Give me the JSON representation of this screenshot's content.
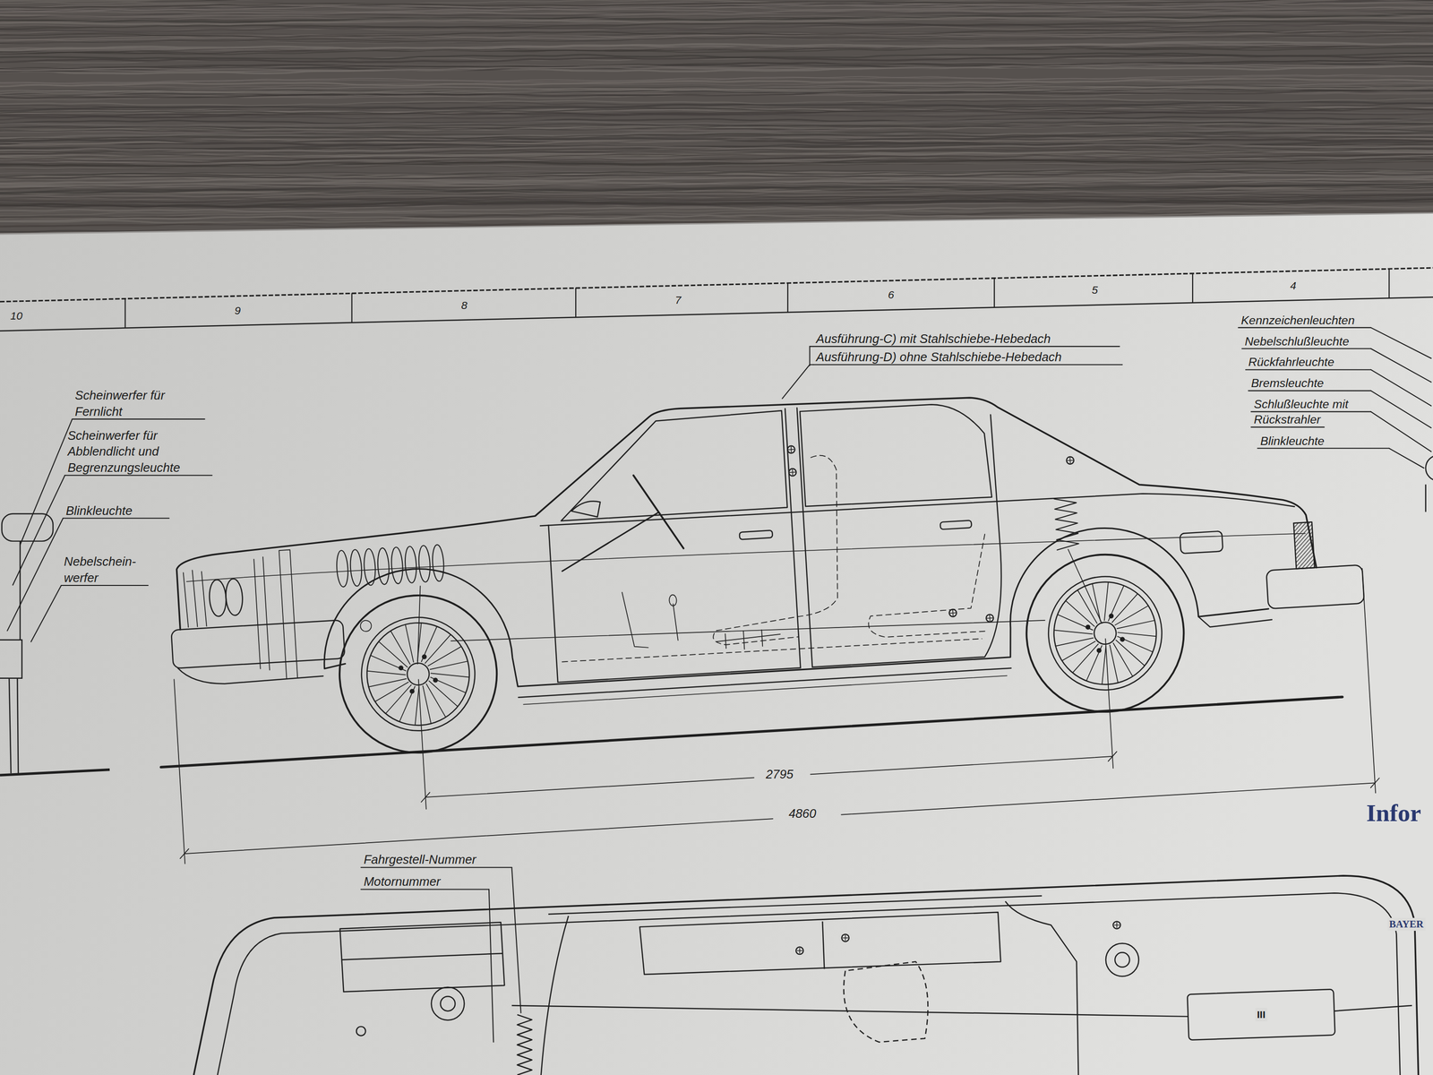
{
  "diagram": {
    "labels": [
      "10",
      "9",
      "8",
      "7",
      "6",
      "5",
      "4",
      "Ausführung-C) mit Stahlschiebe-Hebedach",
      "Ausführung-D) ohne Stahlschiebe-Hebedach",
      "Kennzeichenleuchten",
      "Nebelschlußleuchte",
      "Rückfahrleuchte",
      "Bremsleuchte",
      "Schlußleuchte mit Rückstrahler",
      "Blinkleuchte",
      "Scheinwerfer für Fernlicht",
      "Scheinwerfer für Abblendlicht und Begrenzungsleuchte",
      "Blinkleuchte",
      "Nebelschein- werfer",
      "2795",
      "4860",
      "Infor",
      "Fahrgestell-Nummer",
      "Motornummer",
      "BAYER",
      "III"
    ]
  }
}
